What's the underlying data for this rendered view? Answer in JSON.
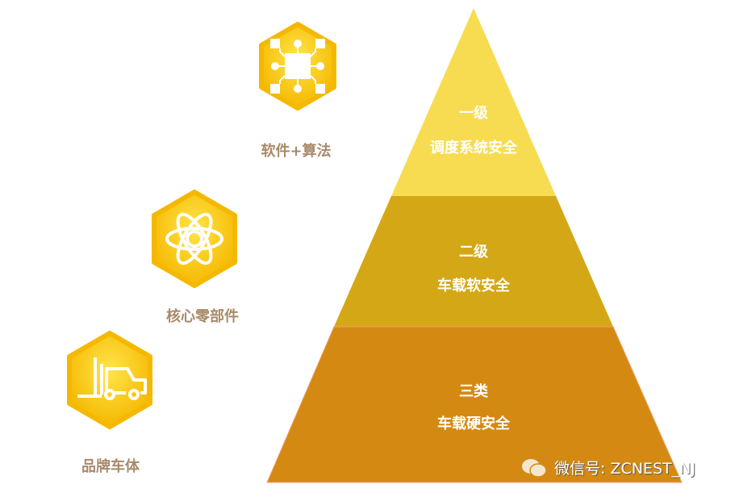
{
  "pyramid": [
    {
      "level": "一级",
      "name": "调度系统安全",
      "color": "#f7dc52"
    },
    {
      "level": "二级",
      "name": "车载软安全",
      "color": "#d4a716"
    },
    {
      "level": "三类",
      "name": "车载硬安全",
      "color": "#d48a12"
    }
  ],
  "icons": [
    {
      "label": "软件+算法",
      "icon": "chip-icon"
    },
    {
      "label": "核心零部件",
      "icon": "atom-icon"
    },
    {
      "label": "品牌车体",
      "icon": "forklift-icon"
    }
  ],
  "watermark": "微信号: ZCNEST_NJ"
}
